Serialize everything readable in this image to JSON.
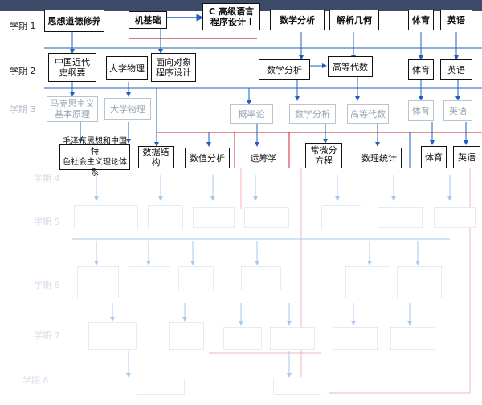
{
  "terms": [
    "学期 1",
    "学期 2",
    "学期 3",
    "学期 4",
    "学期 5",
    "学期 6",
    "学期 7",
    "学期 8"
  ],
  "colors": {
    "top_band": "#3e4a6a",
    "line": "#1f5fbf",
    "accent_red": "#cc2233",
    "faint_line": "#a9c8ee"
  },
  "term1": {
    "ideology": "思想道德修养",
    "calc_basics": "机基础",
    "c_lang": "C 高级语言\n程序设计 I",
    "math_analysis": "数学分析",
    "analytic_geometry": "解析几何",
    "pe": "体育",
    "english": "英语"
  },
  "term2": {
    "modern_history": "中国近代\n史纲要",
    "physics": "大学物理",
    "oop": "面向对象\n程序设计",
    "math_analysis": "数学分析",
    "advanced_algebra": "高等代数",
    "pe": "体育",
    "english": "英语"
  },
  "term3": {
    "marxism": "马克思主义\n基本原理",
    "physics": "大学物理",
    "probability": "概率论",
    "math_analysis": "数学分析",
    "algebra": "高等代数",
    "pe": "体育",
    "english": "英语"
  },
  "term4": {
    "mao_theory": "毛泽东思想和中国特\n色社会主义理论体系",
    "data_structures": "数据结构",
    "numerical_analysis": "数值分析",
    "operations_research": "运筹学",
    "ode": "常微分\n方程",
    "math_stats": "数理统计",
    "pe": "体育",
    "english": "英语"
  }
}
